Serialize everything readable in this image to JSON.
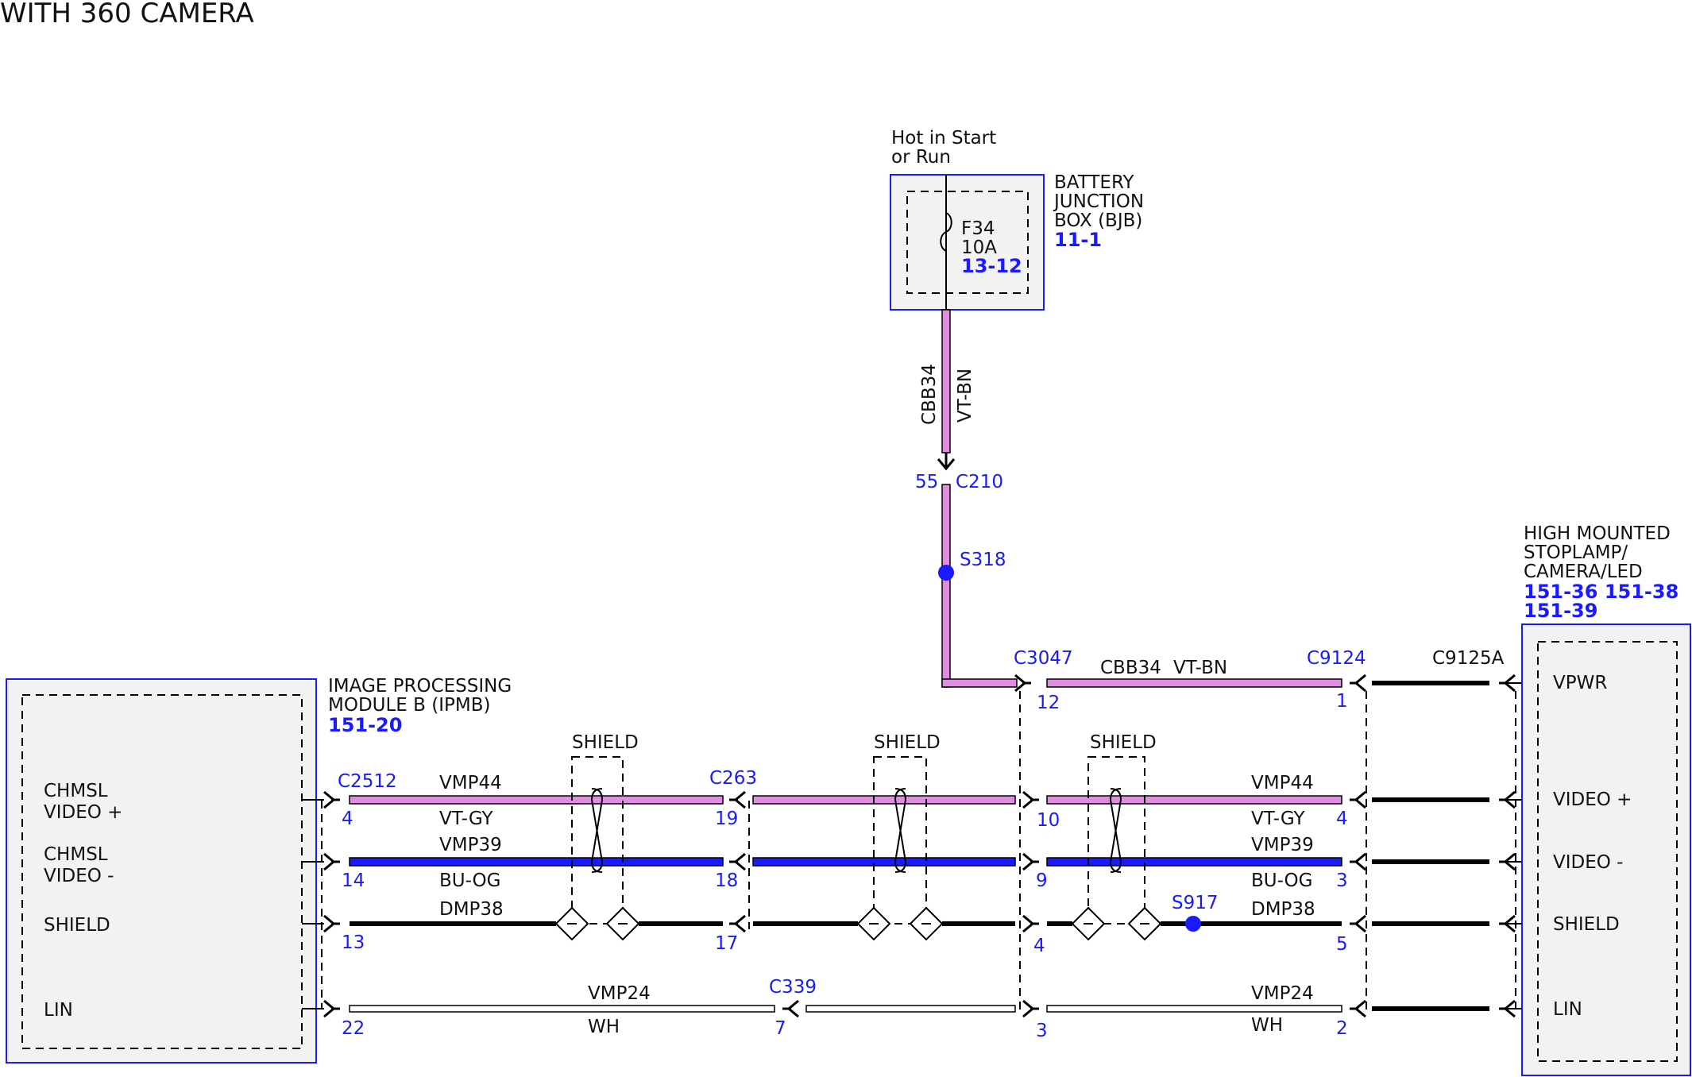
{
  "title": "WITH 360 CAMERA",
  "colors": {
    "vt": "#e08ce0",
    "bu": "#1a1aff",
    "wh": "#ffffff",
    "box_border": "#1a1aff",
    "box_fill": "#f2f2f2",
    "ref": "#1a1aff"
  },
  "bjb": {
    "power_label_1": "Hot in Start",
    "power_label_2": "or Run",
    "name_1": "BATTERY",
    "name_2": "JUNCTION",
    "name_3": "BOX (BJB)",
    "ref": "11-1",
    "fuse_name": "F34",
    "fuse_rating": "10A",
    "fuse_ref": "13-12"
  },
  "vertical_wire": {
    "circuit": "CBB34",
    "color_code": "VT-BN"
  },
  "c210": {
    "pin": "55",
    "name": "C210"
  },
  "s318": {
    "name": "S318"
  },
  "s917": {
    "name": "S917"
  },
  "ipmb": {
    "name_1": "IMAGE PROCESSING",
    "name_2": "MODULE B (IPMB)",
    "ref": "151-20",
    "connector": "C2512",
    "pins": [
      {
        "label_1": "CHMSL",
        "label_2": "VIDEO +",
        "pin": "4"
      },
      {
        "label_1": "CHMSL",
        "label_2": "VIDEO -",
        "pin": "14"
      },
      {
        "label_1": "SHIELD",
        "label_2": "",
        "pin": "13"
      },
      {
        "label_1": "LIN",
        "label_2": "",
        "pin": "22"
      }
    ]
  },
  "chmsl": {
    "name_1": "HIGH MOUNTED",
    "name_2": "STOPLAMP/",
    "name_3": "CAMERA/LED",
    "ref_1": "151-36 151-38",
    "ref_2": "151-39",
    "pins": [
      "VPWR",
      "VIDEO +",
      "VIDEO -",
      "SHIELD",
      "LIN"
    ]
  },
  "connectors": {
    "c263": {
      "name": "C263",
      "pins": [
        "19",
        "18",
        "17"
      ]
    },
    "c339": {
      "name": "C339",
      "pin": "7"
    },
    "c3047": {
      "name": "C3047",
      "pins": [
        "12",
        "10",
        "9",
        "4",
        "3"
      ]
    },
    "c9124": {
      "name": "C9124",
      "pins": [
        "1",
        "4",
        "3",
        "5",
        "2"
      ]
    },
    "c9125a": {
      "name": "C9125A"
    }
  },
  "shield_label": "SHIELD",
  "wires": {
    "vpwr": {
      "circuit": "CBB34",
      "color_code": "VT-BN"
    },
    "video_plus": {
      "circuit": "VMP44",
      "color_code": "VT-GY"
    },
    "video_minus": {
      "circuit": "VMP39",
      "color_code": "BU-OG"
    },
    "shield": {
      "circuit": "DMP38"
    },
    "lin": {
      "circuit": "VMP24",
      "color_code": "WH"
    }
  }
}
